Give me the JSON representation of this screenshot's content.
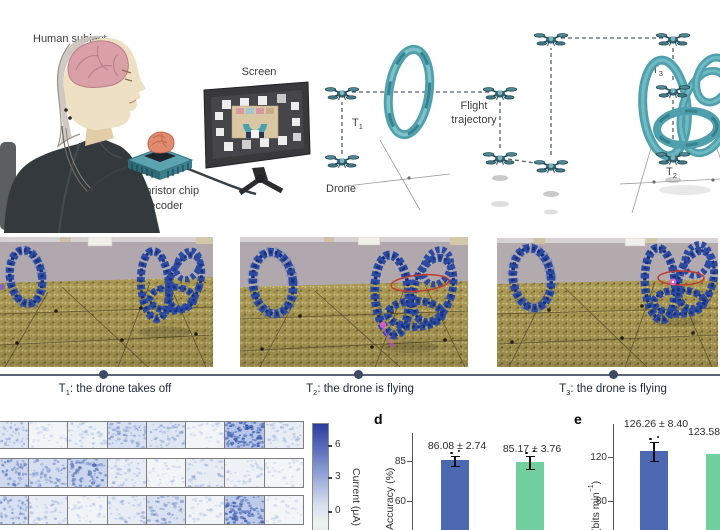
{
  "illustration": {
    "human_subject_label": "Human subject",
    "screen_label": "Screen",
    "chip_label_line1": "Memristor chip",
    "chip_label_line2": "decoder",
    "drone_label": "Drone",
    "flight_line1": "Flight",
    "flight_line2": "trajectory",
    "t1": {
      "base": "T",
      "sub": "1"
    },
    "t2": {
      "base": "T",
      "sub": "2"
    },
    "t3": {
      "base": "T",
      "sub": "3"
    }
  },
  "timeline": {
    "events": [
      {
        "base": "T",
        "sub": "1",
        "text": ": the drone takes off"
      },
      {
        "base": "T",
        "sub": "2",
        "text": ": the drone is flying"
      },
      {
        "base": "T",
        "sub": "3",
        "text": ": the drone is flying"
      }
    ]
  },
  "chart_data": [
    {
      "type": "heatmap",
      "rows": 3,
      "cols": 8,
      "values": [
        [
          2.5,
          0.6,
          1.2,
          3.2,
          2.6,
          0.6,
          6.5,
          1.6
        ],
        [
          4.2,
          3.4,
          4.6,
          1.6,
          0.6,
          1.6,
          1.0,
          0.5
        ],
        [
          3.2,
          1.6,
          0.8,
          1.6,
          3.0,
          0.8,
          6.0,
          0.5
        ]
      ],
      "colorbar": {
        "ticks": [
          "6",
          "3",
          "0"
        ],
        "vmax": 7,
        "label": "Current (μA)"
      }
    },
    {
      "type": "bar",
      "panel": "d",
      "ylabel": "Accuracy (%)",
      "yticks": [
        "85",
        "60"
      ],
      "bars": [
        {
          "value": 86.08,
          "err": 2.74,
          "annotation": "86.08 ± 2.74",
          "color": "#4c68b1"
        },
        {
          "value": 85.17,
          "err": 3.76,
          "annotation": "85.17 ± 3.76",
          "color": "#72cfa0"
        }
      ]
    },
    {
      "type": "bar",
      "panel": "e",
      "ylabel_parts": {
        "pre": "(bits min",
        "sup": "−1",
        "post": ")"
      },
      "yticks": [
        "120",
        "80"
      ],
      "bars": [
        {
          "value": 126.26,
          "err": 8.4,
          "annotation": "126.26 ± 8.40",
          "color": "#4c68b1"
        },
        {
          "value": 123.58,
          "err": null,
          "annotation": "123.58",
          "color": "#72cfa0"
        }
      ]
    }
  ],
  "colors": {
    "trajectory_teal": "#4fa0ac",
    "vr_ring_blue": "#2a4aa3",
    "bar_blue": "#4c68b1",
    "bar_green": "#72cfa0",
    "heatmap_blue": "#1f3e9c",
    "timeline_navy": "#3d4a63",
    "highlight_red": "#c23b2e"
  }
}
